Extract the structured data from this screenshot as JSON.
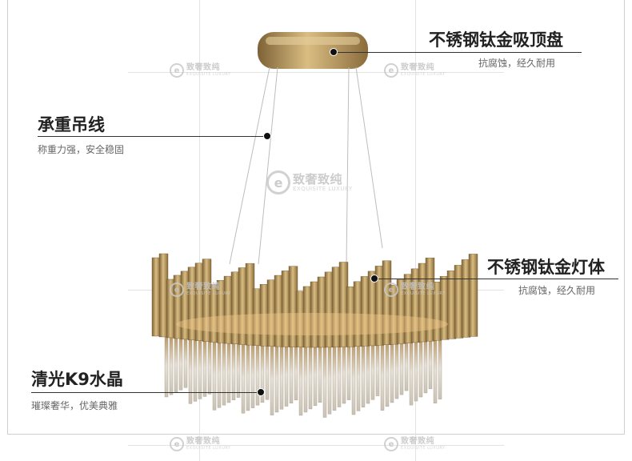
{
  "callouts": [
    {
      "title": "不锈钢钛金吸顶盘",
      "subtitle": "抗腐蚀，经久耐用"
    },
    {
      "title": "承重吊线",
      "subtitle": "称重力强，安全稳固"
    },
    {
      "title": "不锈钢钛金灯体",
      "subtitle": "抗腐蚀，经久耐用"
    },
    {
      "title": "清光K9水晶",
      "subtitle": "璀璨奢华，优美典雅"
    }
  ],
  "watermark": {
    "cn": "致奢致纯",
    "en": "EXQUISITE LUXURY",
    "mark": "e"
  },
  "colors": {
    "gold": "#b99a5e",
    "gold_dark": "#7d6236",
    "crystal": "#d9d4cc",
    "accent_text": "#222222"
  }
}
